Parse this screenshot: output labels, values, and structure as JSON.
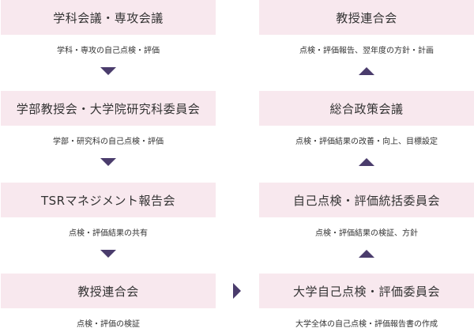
{
  "left_column": [
    {
      "title": "学科会議・専攻会議",
      "description": "学科・専攻の自己点検・評価"
    },
    {
      "title": "学部教授会・大学院研究科委員会",
      "description": "学部・研究科の自己点検・評価"
    },
    {
      "title": "TSRマネジメント報告会",
      "description": "点検・評価結果の共有"
    },
    {
      "title": "教授連合会",
      "description": "点検・評価の検証"
    }
  ],
  "right_column": [
    {
      "title": "教授連合会",
      "description": "点検・評価報告、翌年度の方針・計画"
    },
    {
      "title": "総合政策会議",
      "description": "点検・評価結果の改善・向上、目標設定"
    },
    {
      "title": "自己点検・評価統括委員会",
      "description": "点検・評価結果の検証、方針"
    },
    {
      "title": "大学自己点検・評価委員会",
      "description": "大学全体の自己点検・評価報告書の作成"
    }
  ],
  "colors": {
    "box_fill": "#f8e8ee",
    "arrow": "#4a3c6c",
    "text": "#333333"
  }
}
